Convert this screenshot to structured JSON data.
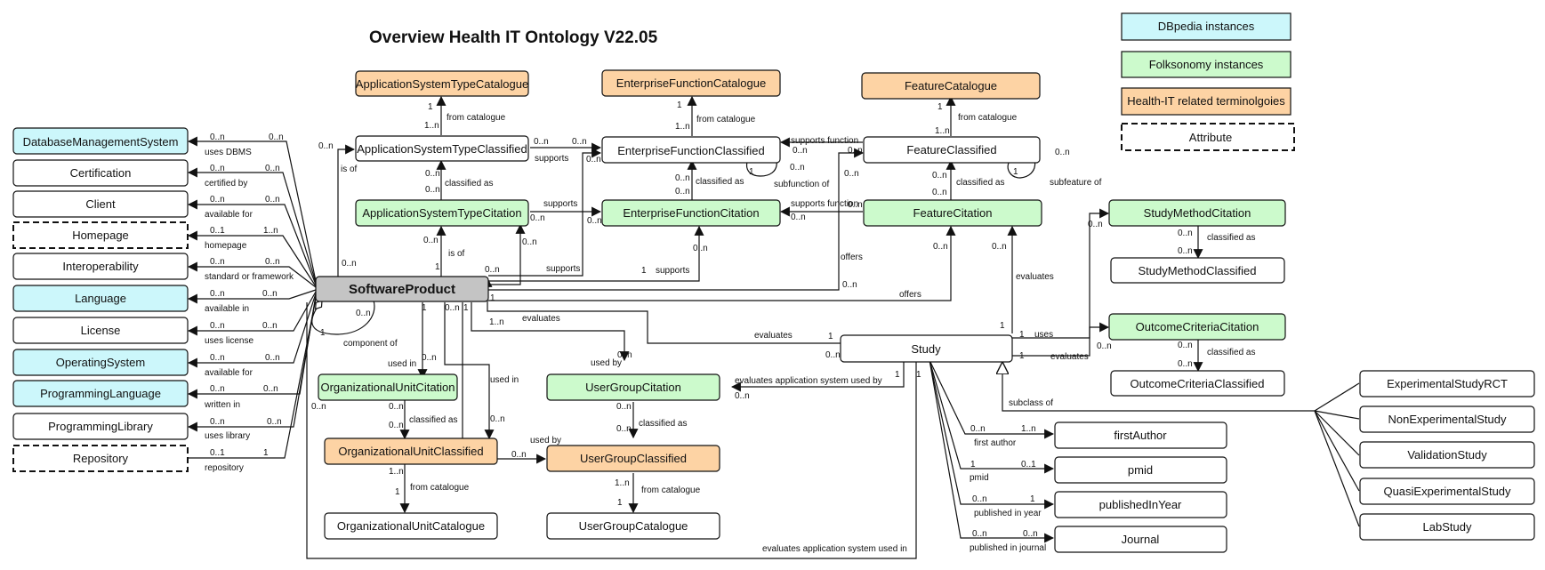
{
  "diagram": {
    "title": "Overview Health IT Ontology V22.05",
    "legend": [
      {
        "label": "DBpedia instances",
        "fill": "#ccf7fb",
        "style": "solid"
      },
      {
        "label": "Folksonomy instances",
        "fill": "#ccfacc",
        "style": "solid"
      },
      {
        "label": "Health-IT related terminolgoies",
        "fill": "#fdd3a4",
        "style": "solid"
      },
      {
        "label": "Attribute",
        "fill": "#ffffff",
        "style": "dashed"
      }
    ],
    "colors": {
      "dbpedia": "#ccf7fb",
      "folksonomy": "#ccfacc",
      "terminology": "#fdd3a4",
      "plain": "#ffffff",
      "main": "#c4c4c4",
      "stroke": "#111111"
    },
    "nodes": {
      "softwareProduct": "SoftwareProduct",
      "databaseManagementSystem": "DatabaseManagementSystem",
      "certification": "Certification",
      "client": "Client",
      "homepage": "Homepage",
      "interoperability": "Interoperability",
      "language": "Language",
      "license": "License",
      "operatingSystem": "OperatingSystem",
      "programmingLanguage": "ProgrammingLanguage",
      "programmingLibrary": "ProgrammingLibrary",
      "repository": "Repository",
      "applicationSystemTypeCatalogue": "ApplicationSystemTypeCatalogue",
      "applicationSystemTypeClassified": "ApplicationSystemTypeClassified",
      "applicationSystemTypeCitation": "ApplicationSystemTypeCitation",
      "enterpriseFunctionCatalogue": "EnterpriseFunctionCatalogue",
      "enterpriseFunctionClassified": "EnterpriseFunctionClassified",
      "enterpriseFunctionCitation": "EnterpriseFunctionCitation",
      "featureCatalogue": "FeatureCatalogue",
      "featureClassified": "FeatureClassified",
      "featureCitation": "FeatureCitation",
      "studyMethodCitation": "StudyMethodCitation",
      "studyMethodClassified": "StudyMethodClassified",
      "outcomeCriteriaCitation": "OutcomeCriteriaCitation",
      "outcomeCriteriaClassified": "OutcomeCriteriaClassified",
      "study": "Study",
      "organizationalUnitCitation": "OrganizationalUnitCitation",
      "organizationalUnitClassified": "OrganizationalUnitClassified",
      "organizationalUnitCatalogue": "OrganizationalUnitCatalogue",
      "userGroupCitation": "UserGroupCitation",
      "userGroupClassified": "UserGroupClassified",
      "userGroupCatalogue": "UserGroupCatalogue",
      "firstAuthor": "firstAuthor",
      "pmid": "pmid",
      "publishedInYear": "publishedInYear",
      "journal": "Journal",
      "experimentalStudyRCT": "ExperimentalStudyRCT",
      "nonExperimentalStudy": "NonExperimentalStudy",
      "validationStudy": "ValidationStudy",
      "quasiExperimentalStudy": "QuasiExperimentalStudy",
      "labStudy": "LabStudy"
    },
    "edge_labels": {
      "usesDbms": "uses DBMS",
      "certifiedBy": "certified by",
      "availableFor": "available for",
      "homepage": "homepage",
      "standardOrFramework": "standard or framework",
      "availableIn": "available in",
      "usesLicense": "uses license",
      "writtenIn": "written in",
      "usesLibrary": "uses library",
      "repository": "repository",
      "componentOf": "component of",
      "isOf": "is of",
      "fromCatalogue": "from catalogue",
      "classifiedAs": "classified as",
      "supports": "supports",
      "supportsFunction": "supports function",
      "subfunctionOf": "subfunction of",
      "subfeatureOf": "subfeature of",
      "offers": "offers",
      "evaluates": "evaluates",
      "uses": "uses",
      "usedIn": "used in",
      "usedBy": "used by",
      "evaluatesApplicationSystemUsedBy": "evaluates application system used by",
      "evaluatesApplicationSystemUsedIn": "evaluates application system used in",
      "subclassOf": "subclass of",
      "firstAuthor": "first author",
      "pmid": "pmid",
      "publishedInYear": "published in year",
      "publishedInJournal": "published in journal"
    },
    "cardinalities": {
      "zeroMany": "0..n",
      "oneMany": "1..n",
      "one": "1",
      "zeroOne": "0..1"
    }
  }
}
